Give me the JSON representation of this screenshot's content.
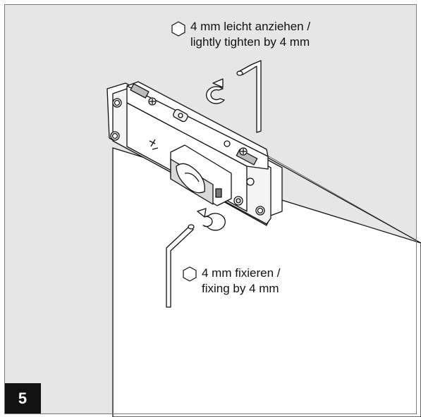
{
  "instructions": {
    "top": {
      "line1": "4 mm leicht anziehen /",
      "line2": "lightly tighten by 4 mm"
    },
    "bottom": {
      "line1": "4 mm fixieren /",
      "line2": "fixing by 4 mm"
    }
  },
  "step": {
    "number": "5"
  },
  "colors": {
    "wall": "#e6e6e6",
    "glass": "#ffffff",
    "outline": "#111111",
    "badge": "#111111"
  },
  "icons": [
    "hex-key-icon",
    "rotate-arrow-icon",
    "allen-key-icon",
    "screw-icon"
  ]
}
